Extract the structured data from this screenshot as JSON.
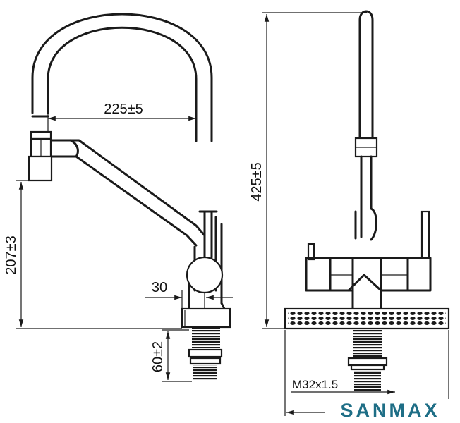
{
  "dimensions": {
    "spout_reach": "225±5",
    "spout_height": "207±3",
    "total_height": "425±5",
    "base_offset": "30",
    "shank_length": "60±2",
    "thread": "M32x1.5"
  },
  "brand": {
    "name": "SANMAX",
    "color": "#1e6e86"
  }
}
